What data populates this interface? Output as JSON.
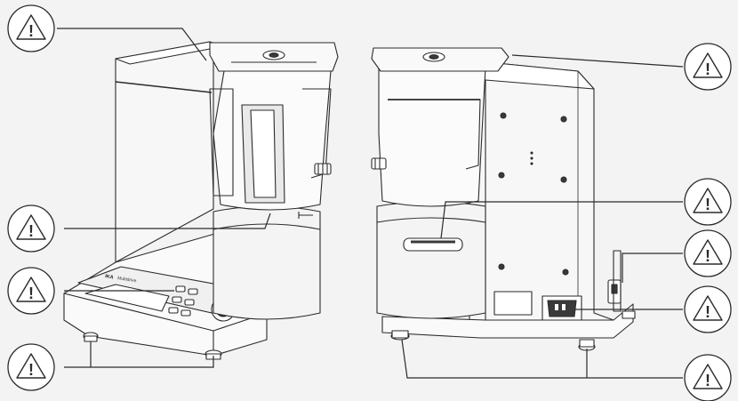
{
  "device": {
    "brand": "IKA",
    "model": "Multidrive"
  },
  "callouts": [
    {
      "id": "lid-left",
      "symbol": "!"
    },
    {
      "id": "vessel-base-left",
      "symbol": "!"
    },
    {
      "id": "control-panel",
      "symbol": "!"
    },
    {
      "id": "feet-left",
      "symbol": "!"
    },
    {
      "id": "lid-right",
      "symbol": "!"
    },
    {
      "id": "vessel-slot-right",
      "symbol": "!"
    },
    {
      "id": "side-switch",
      "symbol": "!"
    },
    {
      "id": "power-socket",
      "symbol": "!"
    },
    {
      "id": "feet-right",
      "symbol": "!"
    }
  ],
  "colors": {
    "background": "#f3f3f3",
    "line": "#2b2b2b",
    "body_fill": "#f7f7f7",
    "shade_fill": "#e6e6e6",
    "dark_fill": "#3a3a3a"
  }
}
